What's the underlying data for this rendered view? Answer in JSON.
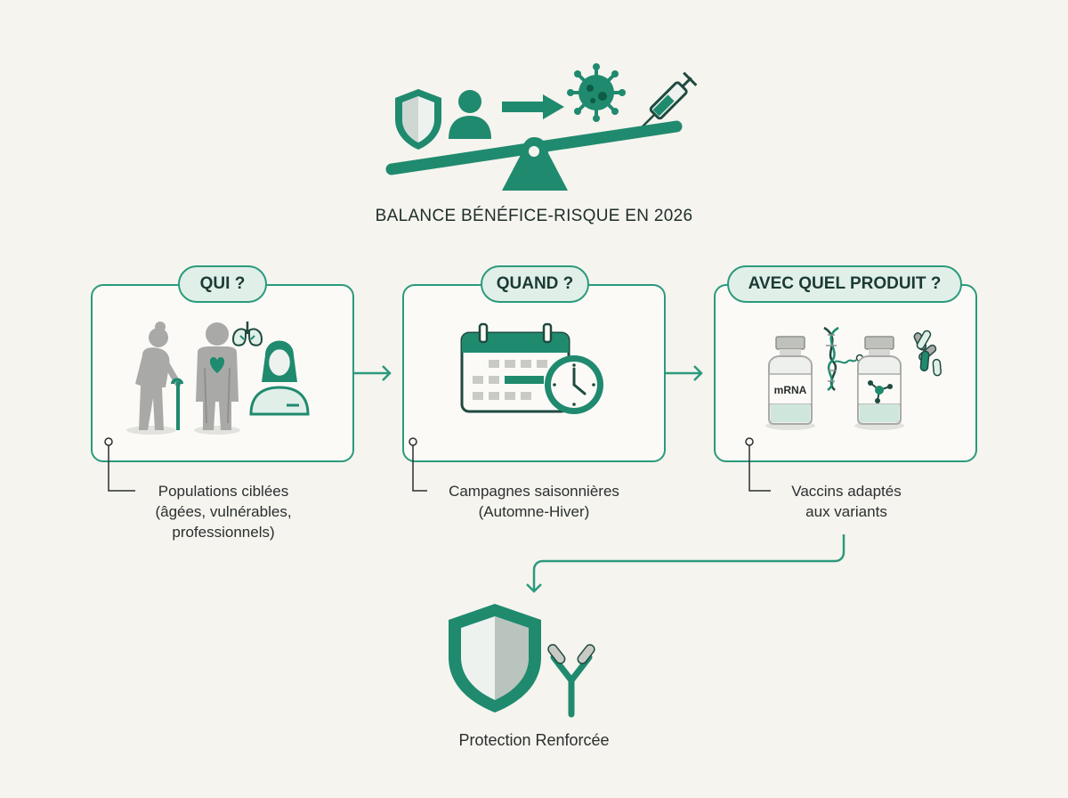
{
  "header": {
    "title": "BALANCE BÉNÉFICE-RISQUE EN 2026",
    "icons": [
      "shield-icon",
      "person-icon",
      "arrow-right-icon",
      "virus-icon",
      "syringe-icon",
      "balance-scale-icon"
    ]
  },
  "steps": [
    {
      "label": "QUI ?",
      "caption": [
        "Populations ciblées",
        "(âgées, vulnérables,",
        "professionnels)"
      ],
      "icons": [
        "elderly-person-icon",
        "patient-heart-icon",
        "lungs-icon",
        "healthcare-worker-icon"
      ]
    },
    {
      "label": "QUAND ?",
      "caption": [
        "Campagnes saisonnières",
        "(Automne-Hiver)"
      ],
      "icons": [
        "calendar-icon",
        "clock-icon"
      ]
    },
    {
      "label": "AVEC QUEL PRODUIT ?",
      "caption": [
        "Vaccins adaptés",
        "aux variants"
      ],
      "icons": [
        "mrna-vial-icon",
        "dna-icon",
        "protein-vial-icon",
        "antibody-cluster-icon"
      ],
      "vial_label": "mRNA"
    }
  ],
  "result": {
    "label": "Protection Renforcée",
    "icons": [
      "shield-icon",
      "antibody-icon"
    ]
  },
  "colors": {
    "accent": "#1f8a6e",
    "accent_light": "#e1efe9",
    "gray": "#a9aaa7",
    "background": "#f6f4ef"
  }
}
